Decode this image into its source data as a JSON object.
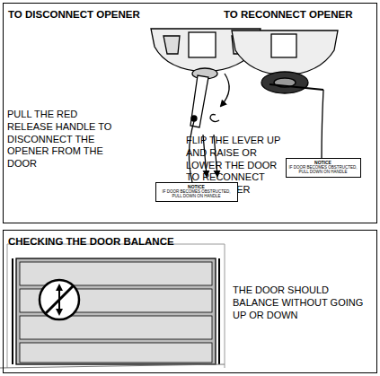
{
  "diagram": {
    "nodes": [
      {
        "text": [
          "TO DISCONNECT OPENER",
          "TO RECONNECT OPENER",
          "PULL THE RED RELEASE HANDLE TO DISCONNECT THE OPENER FROM THE DOOR",
          "FLIP THE LEVER UP AND RAISE OR LOWER THE DOOR TO RECONNECT THE OPENER"
        ]
      },
      {
        "text": [
          "NOTICE",
          "IF DOOR BECOMES OBSTRUCTED, PULL DOWN ON HANDLE"
        ],
        "in": 0
      },
      {
        "text": [
          "NOTICE",
          "IF DOOR BECOMES OBSTRUCTED, PULL DOWN ON HANDLE"
        ],
        "in": 0
      },
      {
        "text": [
          "CHECKING THE DOOR BALANCE",
          "THE DOOR SHOULD BALANCE WITHOUT GOING UP OR DOWN"
        ]
      }
    ]
  }
}
